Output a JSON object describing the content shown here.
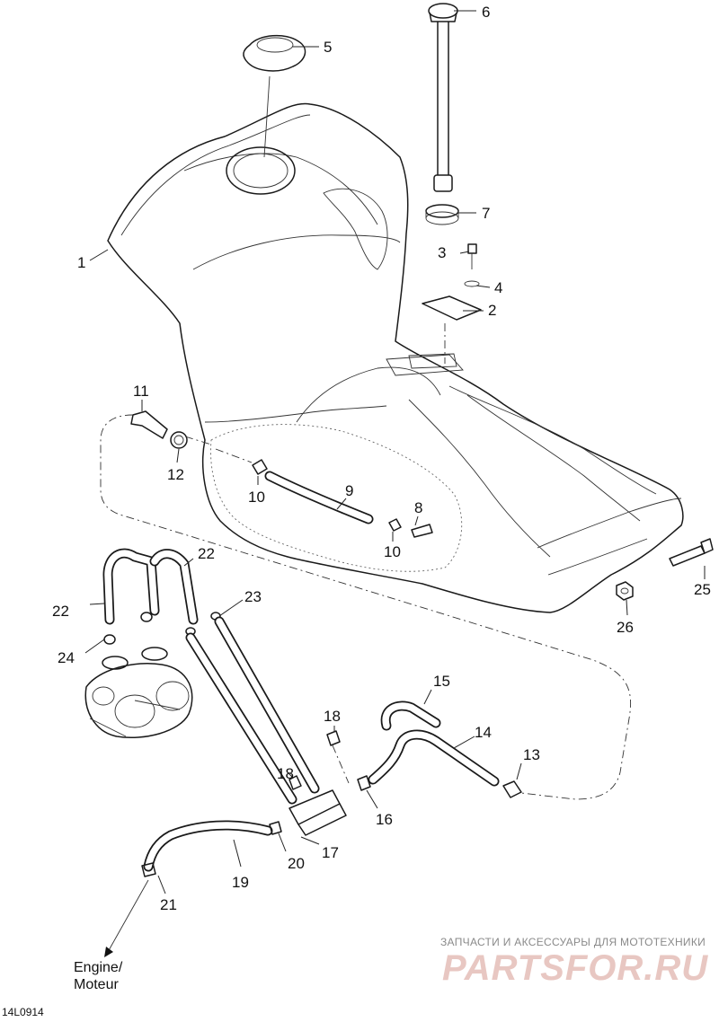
{
  "diagram": {
    "callouts": [
      {
        "id": "1",
        "label": "1"
      },
      {
        "id": "2",
        "label": "2"
      },
      {
        "id": "3",
        "label": "3"
      },
      {
        "id": "4",
        "label": "4"
      },
      {
        "id": "5",
        "label": "5"
      },
      {
        "id": "6",
        "label": "6"
      },
      {
        "id": "7",
        "label": "7"
      },
      {
        "id": "8",
        "label": "8"
      },
      {
        "id": "9",
        "label": "9"
      },
      {
        "id": "10a",
        "label": "10"
      },
      {
        "id": "10b",
        "label": "10"
      },
      {
        "id": "11",
        "label": "11"
      },
      {
        "id": "12",
        "label": "12"
      },
      {
        "id": "13",
        "label": "13"
      },
      {
        "id": "14",
        "label": "14"
      },
      {
        "id": "15",
        "label": "15"
      },
      {
        "id": "16",
        "label": "16"
      },
      {
        "id": "17",
        "label": "17"
      },
      {
        "id": "18a",
        "label": "18"
      },
      {
        "id": "18b",
        "label": "18"
      },
      {
        "id": "19",
        "label": "19"
      },
      {
        "id": "20",
        "label": "20"
      },
      {
        "id": "21",
        "label": "21"
      },
      {
        "id": "22a",
        "label": "22"
      },
      {
        "id": "22b",
        "label": "22"
      },
      {
        "id": "23",
        "label": "23"
      },
      {
        "id": "24",
        "label": "24"
      },
      {
        "id": "25",
        "label": "25"
      },
      {
        "id": "26",
        "label": "26"
      }
    ],
    "engine_label_line1": "Engine/",
    "engine_label_line2": "Moteur",
    "reference_code": "14L0914"
  },
  "watermark": {
    "tagline": "ЗАПЧАСТИ И АКСЕССУАРЫ ДЛЯ МОТОТЕХНИКИ",
    "brand": "PARTSFOR.RU",
    "color": "#e8c7c2"
  }
}
